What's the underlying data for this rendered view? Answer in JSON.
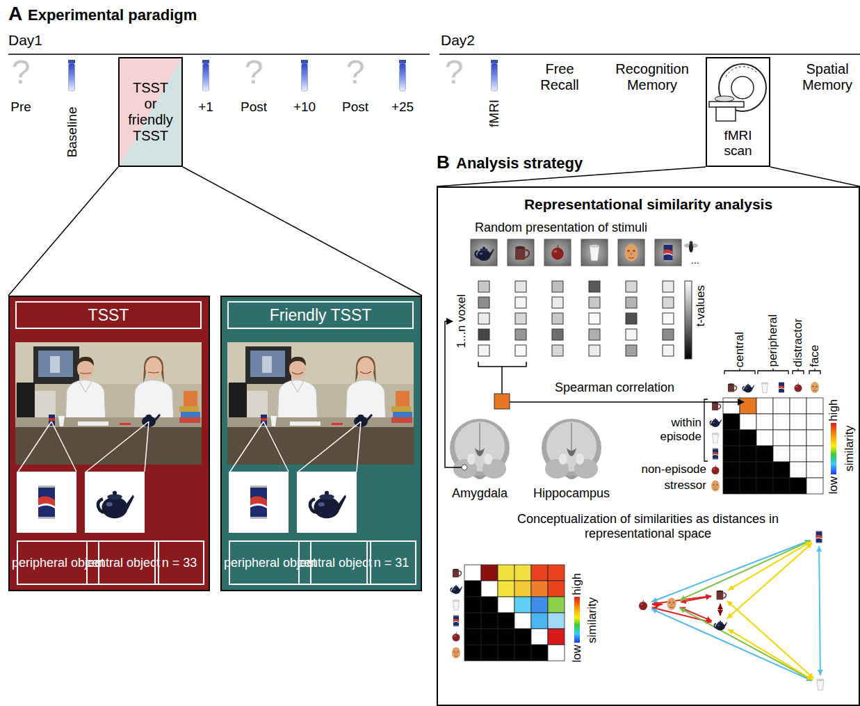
{
  "diagram": {
    "nodes": [
      {
        "text": [
          "TSST or friendly TSST"
        ]
      },
      {
        "text": [
          "fMRI scan"
        ]
      },
      {
        "text": [
          "Representational similarity analysis"
        ]
      },
      {
        "text": [
          "TSST"
        ]
      },
      {
        "text": [
          "peripheral object"
        ],
        "in": 3
      },
      {
        "text": [
          "central object"
        ],
        "in": 3
      },
      {
        "text": [
          "n = 33"
        ],
        "in": 3
      },
      {
        "text": [
          "Friendly TSST"
        ]
      },
      {
        "text": [
          "peripheral object"
        ],
        "in": 7
      },
      {
        "text": [
          "central object"
        ],
        "in": 7
      },
      {
        "text": [
          "n = 31"
        ],
        "in": 7
      }
    ],
    "edges": [
      {
        "from": 0,
        "to": 3,
        "arrow": "none"
      },
      {
        "from": 0,
        "to": 7,
        "arrow": "none"
      },
      {
        "from": 1,
        "to": 2,
        "arrow": "none"
      },
      {
        "from": 1,
        "to": 2,
        "arrow": "none"
      }
    ],
    "labels": [
      "A",
      "Experimental paradigm",
      "Day1",
      "?",
      "Pre",
      "Baseline",
      "+1",
      "?",
      "Post",
      "+10",
      "?",
      "Post",
      "+25",
      "Day2",
      "?",
      "fMRI",
      "Free Recall",
      "Recognition Memory",
      "Spatial Memory",
      "B",
      "Analysis strategy",
      "Random presentation of stimuli",
      "...",
      "1...n voxel",
      "t-values",
      "Spearman correlation",
      "central",
      "peripheral",
      "distractor",
      "face",
      "within episode",
      "non-episode",
      "stressor",
      "high",
      "similarity",
      "low",
      "Amygdala",
      "Hippocampus",
      "Conceptualization of similarities as distances in representational space",
      "high",
      "similarity",
      "low"
    ]
  }
}
